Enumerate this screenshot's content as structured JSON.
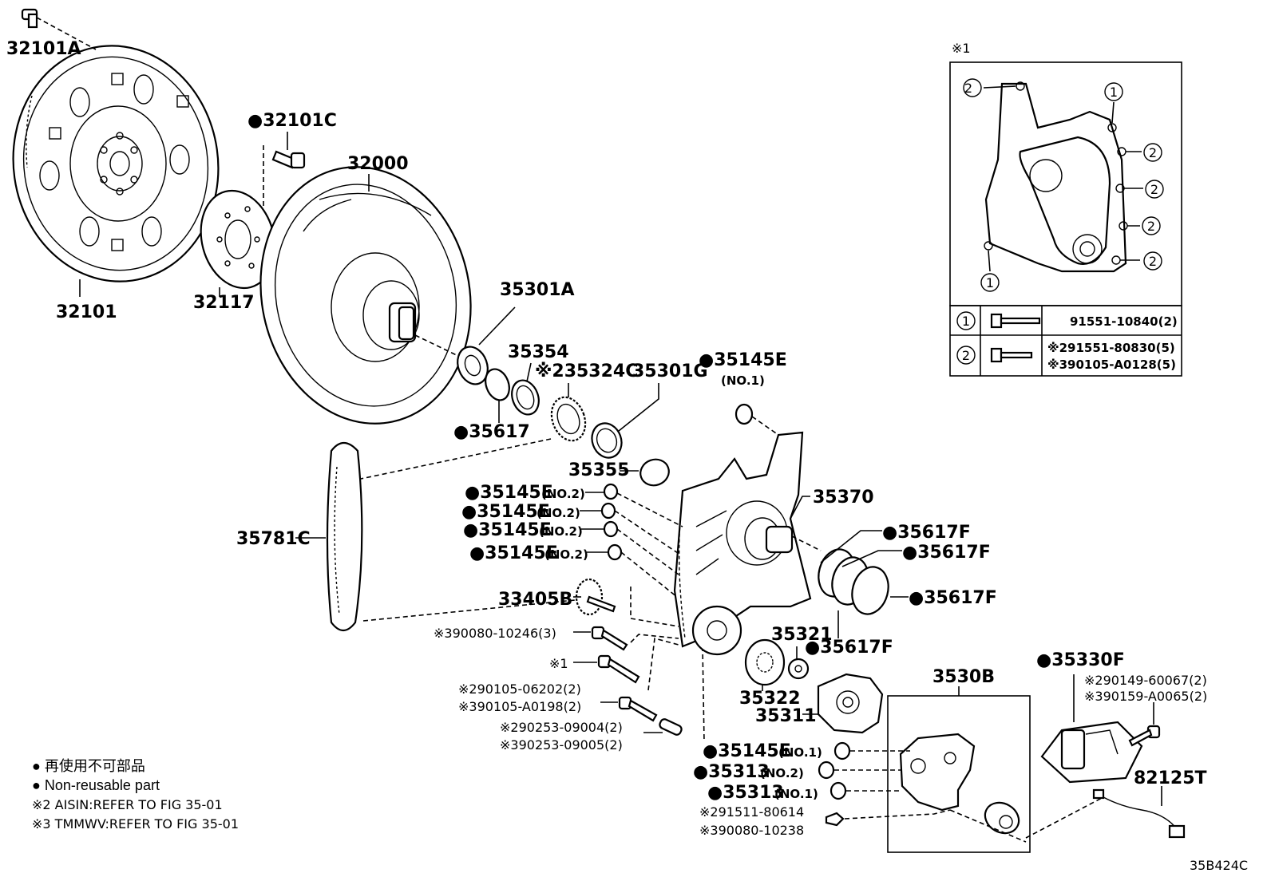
{
  "labels": {
    "p32101A": "32101A",
    "p32101": "32101",
    "p32101C": "●32101C",
    "p32117": "32117",
    "p32000": "32000",
    "p35301A": "35301A",
    "p35354": "35354",
    "p35324C": "※235324C",
    "p35301G": "35301G",
    "p35145E_top": "●35145E",
    "p35145E_top_sub": "(NO.1)",
    "p35617": "●35617",
    "p35355": "35355",
    "p35370": "35370",
    "p35781C": "35781C",
    "p35145E_a": "●35145E",
    "p35145E_a_sub": "(NO.2)",
    "p35145E_b": "●35145E",
    "p35145E_b_sub": "(NO.2)",
    "p35145E_c": "●35145E",
    "p35145E_c_sub": "(NO.2)",
    "p35145E_d": "●35145E",
    "p35145E_d_sub": "(NO.2)",
    "p35617F_1": "●35617F",
    "p35617F_2": "●35617F",
    "p35617F_3": "●35617F",
    "p35617F_4": "●35617F",
    "p33405B": "33405B",
    "p390080_10246": "※390080-10246(3)",
    "p_star1": "※1",
    "p290105_06202": "※290105-06202(2)",
    "p390105_A0198": "※390105-A0198(2)",
    "p290253_09004": "※290253-09004(2)",
    "p390253_09005": "※390253-09005(2)",
    "p35321": "35321",
    "p35322": "35322",
    "p35311": "35311",
    "p3530B": "3530B",
    "p35330F": "●35330F",
    "p290149_60067": "※290149-60067(2)",
    "p390159_A0065": "※390159-A0065(2)",
    "p82125T": "82125T",
    "p35145E_e": "●35145E",
    "p35145E_e_sub": "(NO.1)",
    "p35313_a": "●35313",
    "p35313_a_sub": "(NO.2)",
    "p35313_b": "●35313",
    "p35313_b_sub": "(NO.1)",
    "p291511_80614": "※291511-80614",
    "p390080_10238": "※390080-10238",
    "fig_code": "35B424C"
  },
  "inset": {
    "title": "※1",
    "circle1": "1",
    "circle2": "2",
    "row1_part": "91551-10840(2)",
    "row2_part_a": "※291551-80830(5)",
    "row2_part_b": "※390105-A0128(5)"
  },
  "legend": {
    "line1": "● 再使用不可部品",
    "line2": "● Non-reusable part",
    "line3": "※2 AISIN:REFER TO FIG 35-01",
    "line4": "※3 TMMWV:REFER TO FIG 35-01"
  }
}
